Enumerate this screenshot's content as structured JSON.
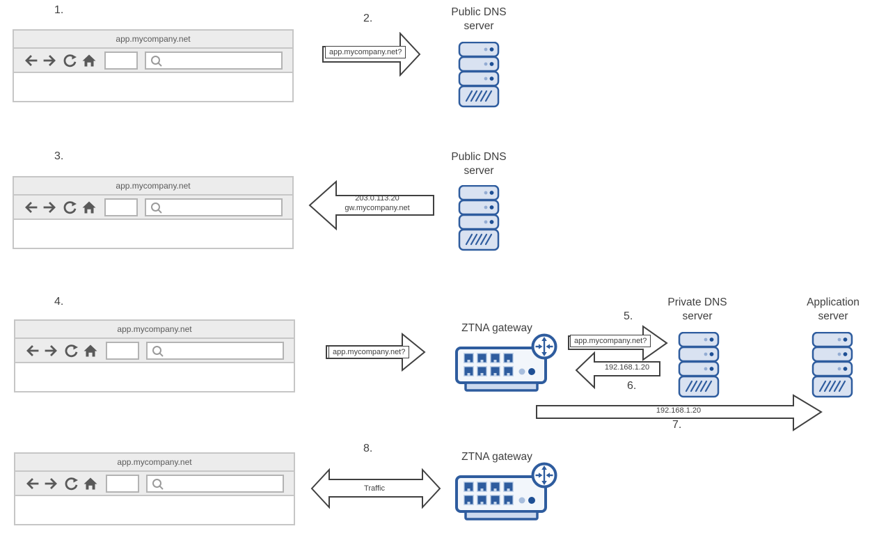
{
  "browser": {
    "title": "app.mycompany.net"
  },
  "steps": {
    "s1": "1.",
    "s2": "2.",
    "s3": "3.",
    "s4": "4.",
    "s5": "5.",
    "s6": "6.",
    "s7": "7.",
    "s8": "8."
  },
  "nodes": {
    "public_dns": {
      "line1": "Public DNS",
      "line2": "server"
    },
    "private_dns": {
      "line1": "Private DNS",
      "line2": "server"
    },
    "app_server": {
      "line1": "Application",
      "line2": "server"
    },
    "ztna_gateway": "ZTNA gateway"
  },
  "arrows": {
    "dns_query": "app.mycompany.net?",
    "dns_response_line1": "203.0.113.20",
    "dns_response_line2": "gw.mycompany.net",
    "gateway_query": "app.mycompany.net?",
    "private_query": "app.mycompany.net?",
    "private_response": "192.168.1.20",
    "connect_ip": "192.168.1.20",
    "traffic": "Traffic"
  },
  "icons": {
    "back": "back-arrow-icon",
    "forward": "forward-arrow-icon",
    "reload": "reload-icon",
    "home": "home-icon",
    "search": "search-icon",
    "server": "server-icon",
    "gateway": "network-gateway-icon",
    "routing_badge": "routing-arrows-icon"
  },
  "colors": {
    "node_border": "#2e5c9e",
    "node_fill": "#d9e2f1",
    "node_dot_light": "#93acd3",
    "node_dot_dark": "#1e4f94",
    "arrow_outline": "#404040",
    "chrome_bg": "#ececec",
    "chrome_border": "#c6c6c6",
    "icon_gray": "#595959"
  }
}
